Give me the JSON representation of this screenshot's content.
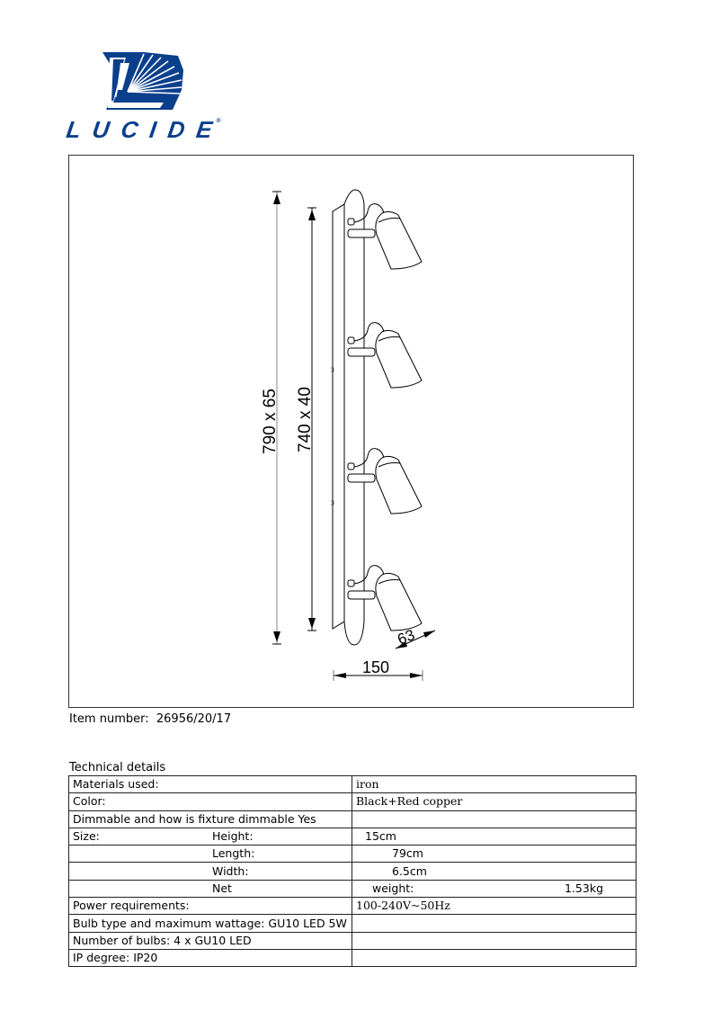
{
  "brand": {
    "name": "LUCIDE",
    "registered_mark": "®",
    "color": "#0a3f8c"
  },
  "drawing": {
    "dim_overall": "790 x 65",
    "dim_plate": "740 x 40",
    "dim_width": "150",
    "dim_shade": "63",
    "spot_count": 4
  },
  "item": {
    "label": "Item number:",
    "value": "26956/20/17"
  },
  "technical": {
    "title": "Technical details",
    "rows": [
      {
        "label": "Materials used:",
        "value": "iron"
      },
      {
        "label": "Color:",
        "value": "Black+Red copper"
      },
      {
        "label": "Dimmable and how is fixture dimmable  Yes",
        "value": ""
      },
      {
        "label": "Size:",
        "sublabel": "Height:",
        "value": "15cm"
      },
      {
        "label": "",
        "sublabel": "Length:",
        "value": "79cm"
      },
      {
        "label": "",
        "sublabel": "Width:",
        "value": "6.5cm"
      },
      {
        "label": "",
        "sublabel": "Net",
        "value": "weight:",
        "value2": "1.53kg"
      },
      {
        "label": "Power requirements:",
        "value": "100-240V~50Hz"
      },
      {
        "label": "Bulb type and maximum wattage:  GU10 LED 5W",
        "value": ""
      },
      {
        "label": "Number of bulbs:  4 x GU10 LED",
        "value": ""
      },
      {
        "label": "IP degree:  IP20",
        "value": ""
      }
    ]
  }
}
